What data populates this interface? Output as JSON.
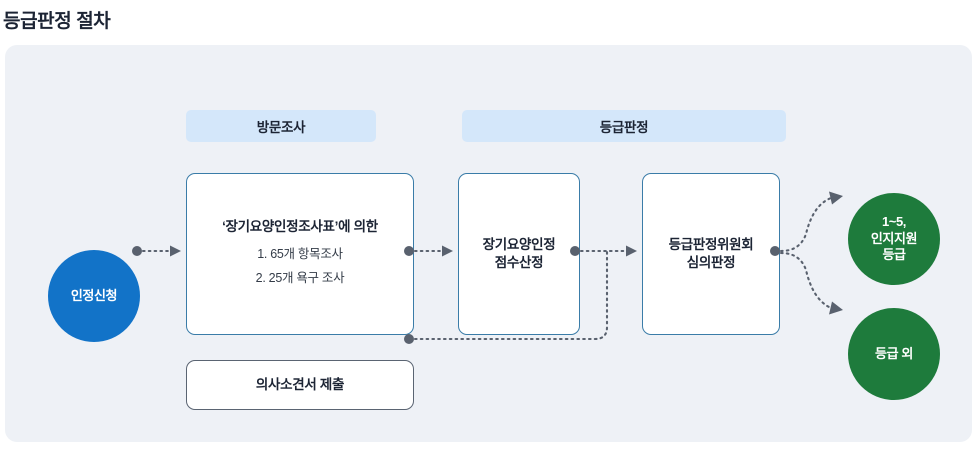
{
  "page": {
    "title": "등급판정 절차"
  },
  "colors": {
    "panel_bg": "#eef1f6",
    "group_header_bg": "#d4e7fa",
    "box_border": "#3a7ca8",
    "box_border_gray": "#5a6472",
    "start_circle": "#1273c8",
    "result_circle": "#1e7b3c",
    "connector": "#59616e",
    "title_text": "#1c2434"
  },
  "diagram": {
    "groups": [
      {
        "id": "visit",
        "label": "방문조사"
      },
      {
        "id": "grade",
        "label": "등급판정"
      }
    ],
    "nodes": {
      "apply": {
        "label": "인정신청",
        "shape": "circle",
        "color": "#1273c8"
      },
      "survey": {
        "title": "‘장기요양인정조사표’에 의한",
        "items": [
          "1. 65개 항목조사",
          "2. 25개 욕구 조사"
        ]
      },
      "score": {
        "lines": [
          "장기요양인정",
          "점수산정"
        ]
      },
      "committee": {
        "lines": [
          "등급판정위원회",
          "심의판정"
        ]
      },
      "opinion": {
        "label": "의사소견서 제출"
      },
      "grade_result": {
        "lines": [
          "1~5,",
          "인지지원",
          "등급"
        ],
        "shape": "circle",
        "color": "#1e7b3c"
      },
      "no_grade": {
        "lines": [
          "등급 외"
        ],
        "shape": "circle",
        "color": "#1e7b3c"
      }
    },
    "edges": [
      {
        "id": "apply-to-survey",
        "from": "apply",
        "to": "survey",
        "style": "dotted-arrow"
      },
      {
        "id": "survey-to-score",
        "from": "survey",
        "to": "score",
        "style": "dotted-arrow"
      },
      {
        "id": "score-to-committee",
        "from": "score",
        "to": "committee",
        "style": "dotted-arrow"
      },
      {
        "id": "opinion-to-committee",
        "from": "opinion",
        "to": "committee",
        "style": "dotted-elbow-arrow"
      },
      {
        "id": "committee-to-grade-result",
        "from": "committee",
        "to": "grade_result",
        "style": "dotted-curve-arrow"
      },
      {
        "id": "committee-to-no-grade",
        "from": "committee",
        "to": "no_grade",
        "style": "dotted-curve-arrow"
      }
    ]
  }
}
